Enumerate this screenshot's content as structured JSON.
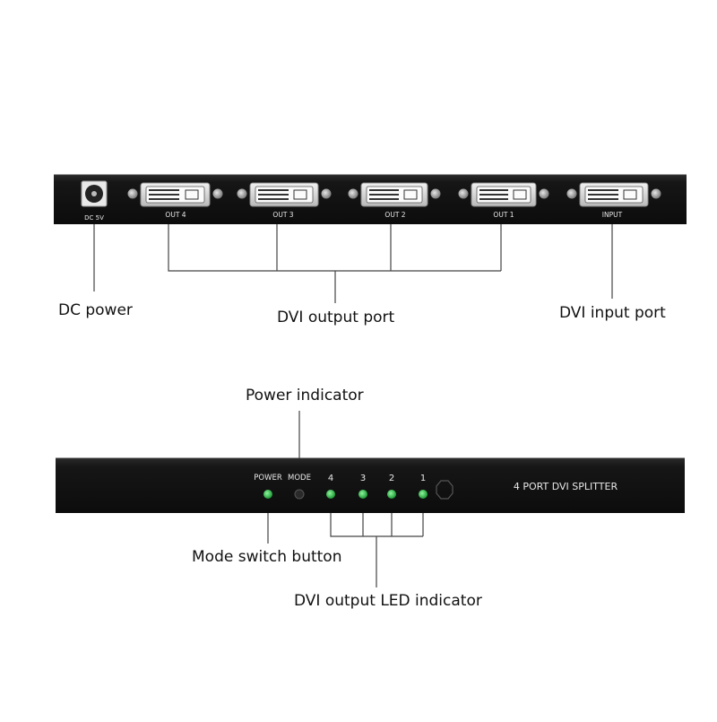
{
  "rear_panel": {
    "dc_label": "DC 5V",
    "ports": [
      {
        "label": "OUT  4"
      },
      {
        "label": "OUT  3"
      },
      {
        "label": "OUT  2"
      },
      {
        "label": "OUT  1"
      },
      {
        "label": "INPUT"
      }
    ]
  },
  "front_panel": {
    "power_label": "POWER",
    "mode_label": "MODE",
    "led_labels": [
      "4",
      "3",
      "2",
      "1"
    ],
    "title": "4 PORT  DVI  SPLITTER"
  },
  "callouts": {
    "dc_power": "DC power",
    "dvi_output_port": "DVI output port",
    "dvi_input_port": "DVI input port",
    "power_indicator": "Power indicator",
    "mode_switch_button": "Mode switch button",
    "dvi_output_led_indicator": "DVI output LED indicator"
  },
  "colors": {
    "panel": "#141414",
    "led_green": "#2fc24a",
    "port_metal": "#d8d8d8"
  }
}
